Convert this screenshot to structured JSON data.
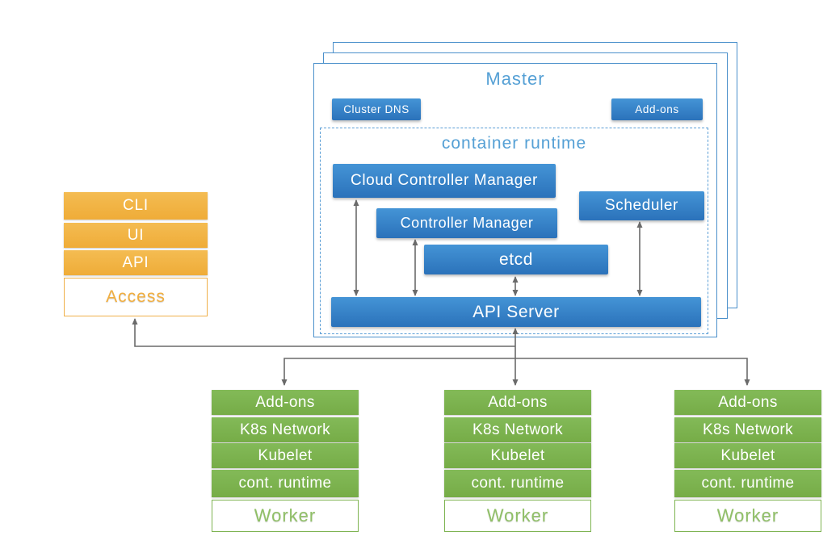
{
  "master": {
    "title": "Master",
    "cluster_dns_label": "Cluster DNS",
    "addons_label": "Add-ons",
    "container_runtime_label": "container runtime",
    "components": {
      "cloud_controller_manager": "Cloud Controller Manager",
      "controller_manager": "Controller Manager",
      "scheduler": "Scheduler",
      "etcd": "etcd",
      "api_server": "API Server"
    }
  },
  "access": {
    "rows": [
      "CLI",
      "UI",
      "API"
    ],
    "label": "Access"
  },
  "worker": {
    "rows": [
      "Add-ons",
      "K8s Network",
      "Kubelet",
      "cont. runtime"
    ],
    "label": "Worker"
  },
  "colors": {
    "blue_box_top": "#4494D6",
    "blue_box_bottom": "#2B72BA",
    "blue_border": "#4B90CB",
    "blue_dashed_border": "#5C9FD6",
    "blue_heading_text": "#55A0D5",
    "orange_top": "#F4BC52",
    "orange_bottom": "#EFAC38",
    "orange_text": "#F1AE3F",
    "green_top": "#83BA58",
    "green_bottom": "#76AC47",
    "green_text": "#90C067",
    "arrow_gray": "#6A6A6A"
  }
}
